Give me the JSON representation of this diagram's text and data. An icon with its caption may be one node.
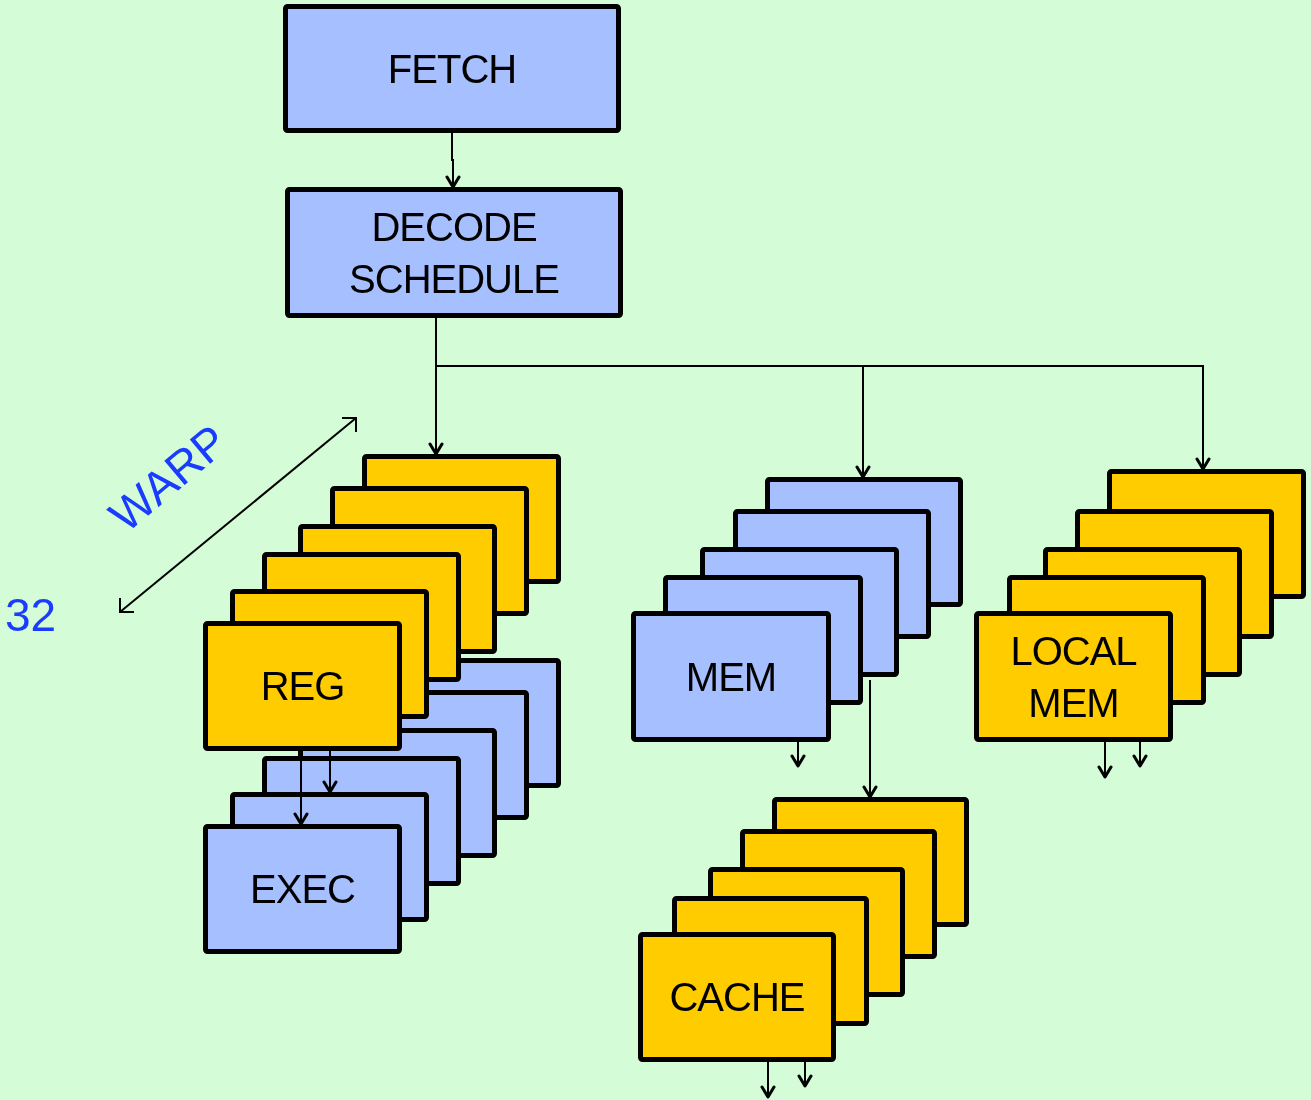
{
  "diagram": {
    "nodes": [
      {
        "text": [
          "FETCH"
        ]
      },
      {
        "text": [
          "DECODE SCHEDULE"
        ]
      },
      {
        "text": [
          "REG"
        ]
      },
      {
        "text": [
          "MEM"
        ]
      },
      {
        "text": [
          "LOCAL MEM"
        ]
      },
      {
        "text": [
          "EXEC"
        ]
      },
      {
        "text": [
          "CACHE"
        ]
      }
    ],
    "edges": [
      {
        "from": 0,
        "to": 1,
        "arrow": "to"
      },
      {
        "from": 1,
        "to": 2,
        "arrow": "to"
      },
      {
        "from": 1,
        "to": 3,
        "arrow": "to"
      },
      {
        "from": 1,
        "to": 4,
        "arrow": "to"
      },
      {
        "from": 2,
        "to": 5,
        "arrow": "to"
      },
      {
        "from": 2,
        "to": 5,
        "arrow": "to"
      },
      {
        "from": 3,
        "to": 6,
        "arrow": "to"
      },
      {
        "from": 3,
        "to": null,
        "arrow": "to"
      },
      {
        "from": 4,
        "to": null,
        "arrow": "to"
      },
      {
        "from": 4,
        "to": null,
        "arrow": "to"
      },
      {
        "from": 6,
        "to": null,
        "arrow": "to"
      },
      {
        "from": 6,
        "to": null,
        "arrow": "to"
      }
    ],
    "labels": [
      "WARP",
      "32"
    ]
  }
}
